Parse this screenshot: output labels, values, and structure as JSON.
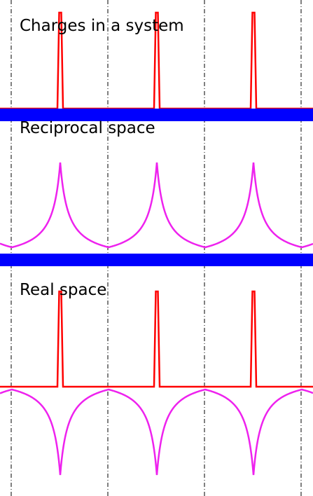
{
  "panels": [
    {
      "id": "charges",
      "title": "Charges in a system"
    },
    {
      "id": "reciprocal",
      "title": "Reciprocal space"
    },
    {
      "id": "real",
      "title": "Real space"
    }
  ],
  "charge_count": 3,
  "colors": {
    "charge_spikes": "#ff0000",
    "screening_curve": "#ee22ee",
    "separator_band": "#0000ff",
    "grid_lines": "#000000",
    "background": "#ffffff"
  }
}
